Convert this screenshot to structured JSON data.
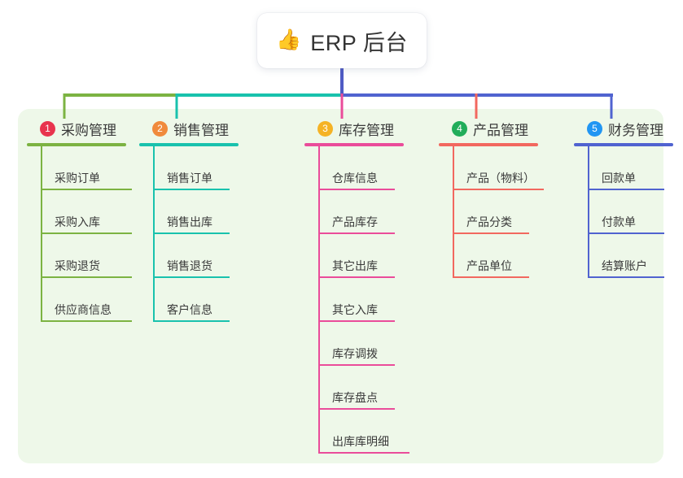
{
  "diagram": {
    "type": "mind-map",
    "background_color": "#ffffff",
    "panel_color": "#eef8e9",
    "root": {
      "icon": "thumbs-up-icon",
      "emoji": "👍",
      "title": "ERP 后台",
      "card_color": "#ffffff"
    },
    "trunk_color": "#4f5bc4",
    "branches": [
      {
        "number": "1",
        "title": "采购管理",
        "color": "#7cb342",
        "badge_color": "#e8344e",
        "items": [
          "采购订单",
          "采购入库",
          "采购退货",
          "供应商信息"
        ]
      },
      {
        "number": "2",
        "title": "销售管理",
        "color": "#19c2ad",
        "badge_color": "#f08a3c",
        "items": [
          "销售订单",
          "销售出库",
          "销售退货",
          "客户信息"
        ]
      },
      {
        "number": "3",
        "title": "库存管理",
        "color": "#ea4c9a",
        "badge_color": "#f5b325",
        "items": [
          "仓库信息",
          "产品库存",
          "其它出库",
          "其它入库",
          "库存调拨",
          "库存盘点",
          "出库库明细"
        ]
      },
      {
        "number": "4",
        "title": "产品管理",
        "color": "#f2685f",
        "badge_color": "#21ad5a",
        "items": [
          "产品（物料）",
          "产品分类",
          "产品单位"
        ]
      },
      {
        "number": "5",
        "title": "财务管理",
        "color": "#5063d0",
        "badge_color": "#2196f3",
        "items": [
          "回款单",
          "付款单",
          "结算账户"
        ]
      }
    ]
  }
}
